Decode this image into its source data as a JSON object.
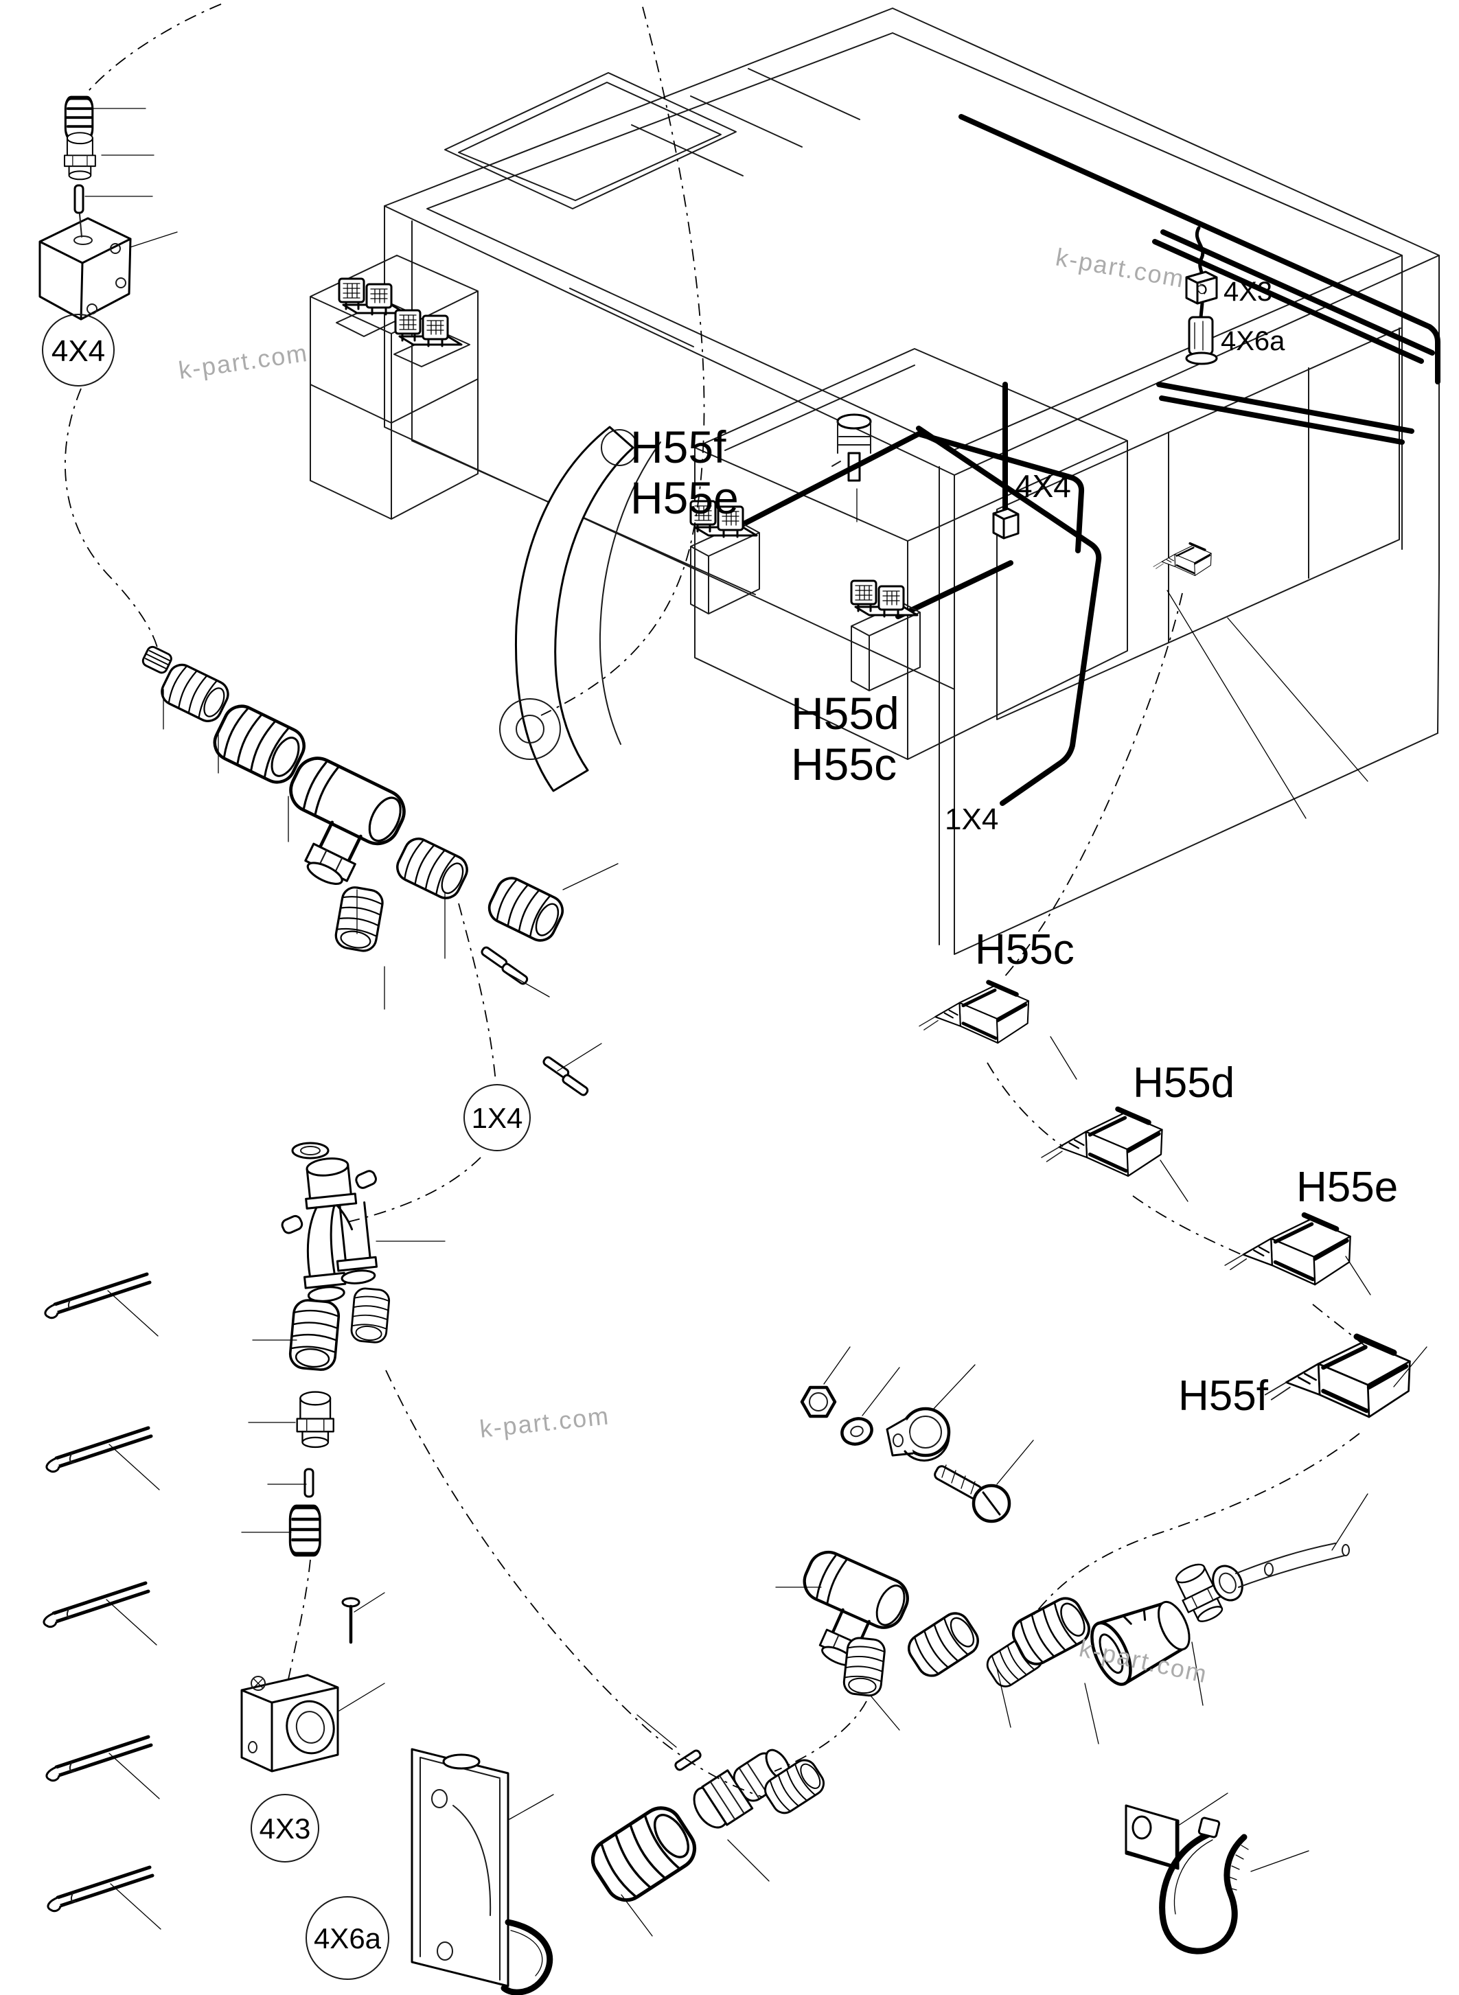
{
  "watermark": {
    "text": "k-part.com",
    "color": "#ababab"
  },
  "harness_labels": {
    "h55f": "H55f",
    "h55e": "H55e",
    "h55d": "H55d",
    "h55c": "H55c",
    "x4": "4X4",
    "x3": "4X3",
    "x6a": "4X6a",
    "x1_4": "1X4"
  },
  "part_labels": {
    "h55c": "H55c",
    "h55d": "H55d",
    "h55e": "H55e",
    "h55f": "H55f"
  },
  "circled_callouts": [
    {
      "id": "4X4"
    },
    {
      "id": "1X4"
    },
    {
      "id": "4X3"
    },
    {
      "id": "4X6a"
    }
  ],
  "colors": {
    "background": "#ffffff",
    "line": "#000000",
    "watermark": "#ababab"
  }
}
